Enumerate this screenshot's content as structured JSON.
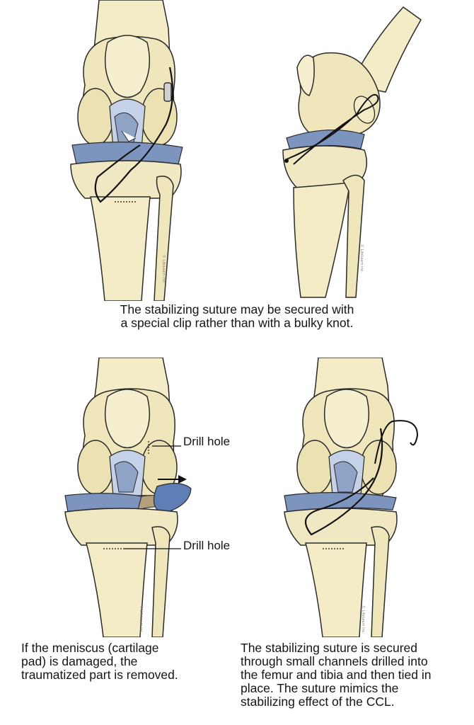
{
  "captions": {
    "top_line1": "The stabilizing suture may be secured with",
    "top_line2": "a special clip rather than with a bulky knot.",
    "bottom_left": [
      "If the meniscus (cartilage",
      "pad) is damaged, the",
      "traumatized part is removed."
    ],
    "bottom_right": [
      "The stabilizing suture is secured",
      "through small channels drilled into",
      "the femur and tibia and then tied in",
      "place. The suture mimics the",
      "stabilizing effect of the CCL."
    ]
  },
  "labels": {
    "drill_hole_femur": "Drill hole",
    "drill_hole_tibia": "Drill hole"
  },
  "colors": {
    "bone": "#f3ecc6",
    "bone_shadow": "#d8cd9c",
    "bone_outline": "#2a2a2a",
    "ligament": "#8fa3c6",
    "ligament_light": "#c4d1e6",
    "meniscus": "#7d94bf",
    "meniscus_torn": "#5e7fb6",
    "suture": "#111111"
  },
  "watermark": "© LifeLearn Inc."
}
